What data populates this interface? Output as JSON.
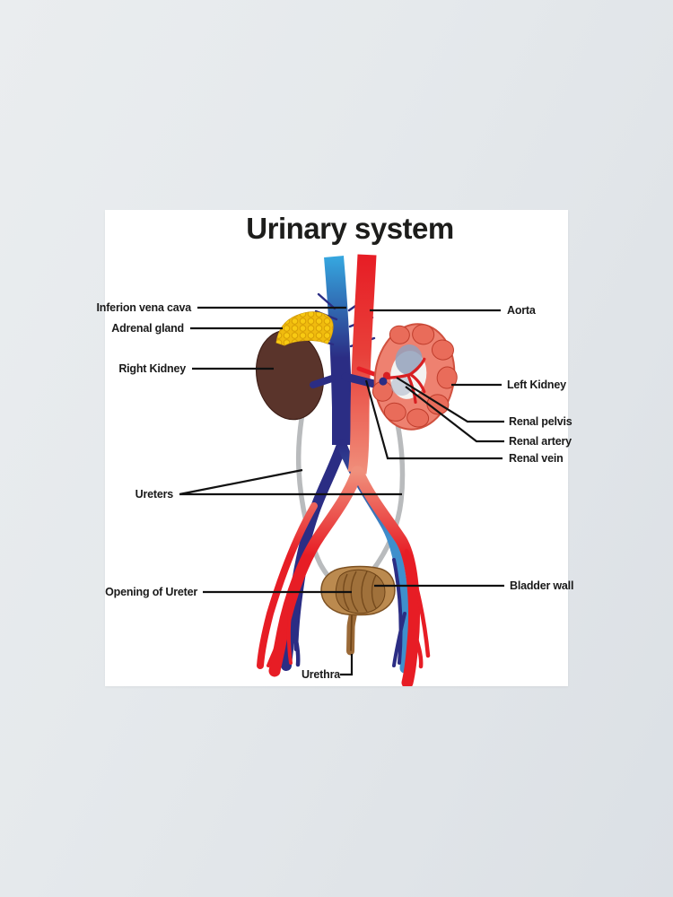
{
  "poster": {
    "title": "Urinary system",
    "labels": [
      {
        "text": "Inferion vena cava",
        "side": "left"
      },
      {
        "text": "Adrenal gland",
        "side": "left"
      },
      {
        "text": "Right Kidney",
        "side": "left"
      },
      {
        "text": "Ureters",
        "side": "left"
      },
      {
        "text": "Opening of Ureter",
        "side": "left"
      },
      {
        "text": "Urethra",
        "side": "left"
      },
      {
        "text": "Aorta",
        "side": "right"
      },
      {
        "text": "Left Kidney",
        "side": "right"
      },
      {
        "text": "Renal pelvis",
        "side": "right"
      },
      {
        "text": "Renal artery",
        "side": "right"
      },
      {
        "text": "Renal vein",
        "side": "right"
      },
      {
        "text": "Bladder wall",
        "side": "right"
      }
    ]
  },
  "colors": {
    "wall_background": "#e4e8eb",
    "poster_background": "#ffffff",
    "label_text": "#1a1a1a",
    "aorta_red": "#e71d25",
    "aorta_salmon": "#f0907c",
    "vena_cava_light_blue": "#36a9e1",
    "vein_navy": "#2b2d84",
    "iliac_blue": "#3f8fcc",
    "ureter_gray": "#b9bbbd",
    "right_kidney_brown": "#5a342b",
    "adrenal_yellow": "#f7c713",
    "left_kidney_salmon": "#ee8170",
    "bladder_tan": "#bb8a4f",
    "bladder_inner_brown": "#a0713b"
  }
}
